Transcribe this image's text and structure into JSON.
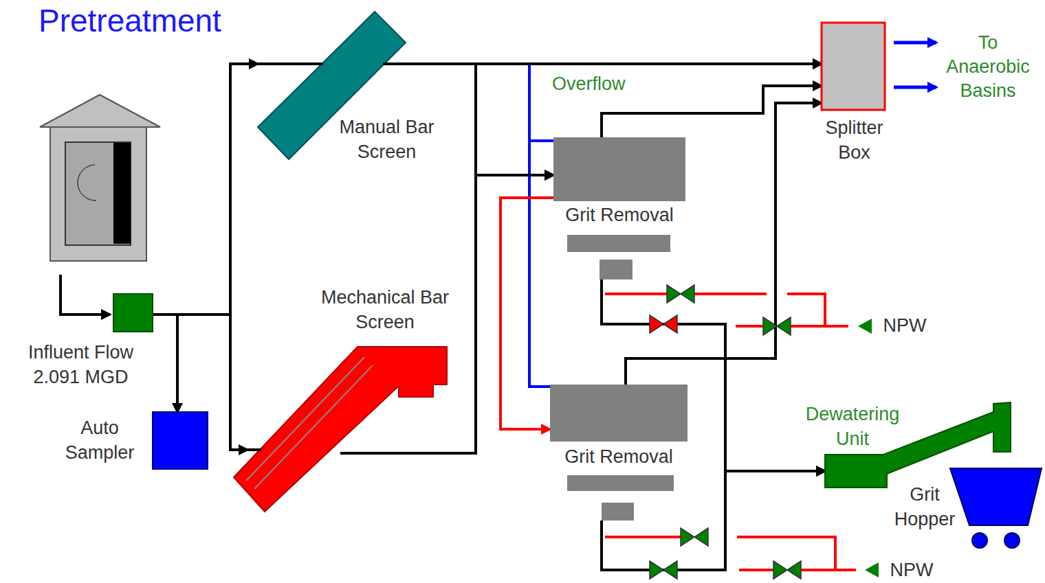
{
  "diagram": {
    "title": "Pretreatment",
    "nodes": [
      {
        "text": [
          "Influent Flow 2.091 MGD"
        ]
      },
      {
        "text": [
          "Auto Sampler"
        ]
      },
      {
        "text": [
          "Manual Bar Screen"
        ]
      },
      {
        "text": [
          "Mechanical Bar Screen"
        ]
      },
      {
        "text": [
          "Grit Removal"
        ]
      },
      {
        "text": [
          "Splitter Box"
        ]
      },
      {
        "text": [
          "Grit Removal"
        ]
      },
      {
        "text": [
          "Dewatering Unit"
        ]
      },
      {
        "text": [
          "Grit Hopper"
        ]
      }
    ],
    "edges": [
      {
        "from": 0,
        "to": 1,
        "arrow": "to"
      },
      {
        "from": 0,
        "to": 2,
        "arrow": "to"
      },
      {
        "from": 0,
        "to": 3,
        "arrow": "to"
      },
      {
        "from": 2,
        "to": 5,
        "arrow": "to"
      },
      {
        "from": 2,
        "to": 4,
        "arrow": "to"
      },
      {
        "from": 3,
        "to": 4,
        "arrow": "to"
      },
      {
        "from": 4,
        "to": 5,
        "arrow": "to"
      },
      {
        "from": 4,
        "to": 5,
        "arrow": "to",
        "label": "Overflow"
      },
      {
        "from": 4,
        "to": 6,
        "arrow": "to"
      },
      {
        "from": 6,
        "to": 5,
        "arrow": "to"
      },
      {
        "from": 6,
        "to": 5,
        "arrow": "to"
      },
      {
        "from": 4,
        "to": 7,
        "arrow": "to"
      },
      {
        "from": 6,
        "to": 7,
        "arrow": "to"
      }
    ],
    "labels": [
      "To Anaerobic Basins",
      "NPW",
      "NPW"
    ]
  }
}
